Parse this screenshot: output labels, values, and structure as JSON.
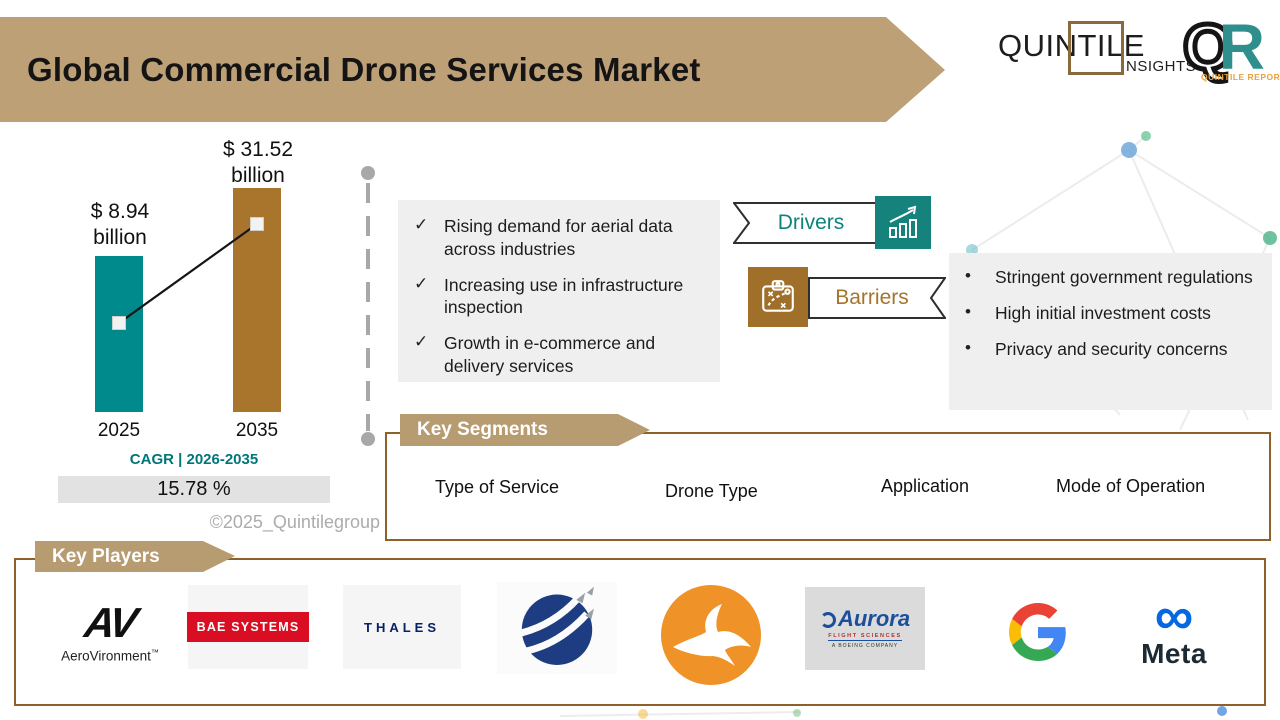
{
  "header": {
    "title": "Global Commercial Drone Services Market",
    "brand": {
      "quintile_main": "QUINTILE",
      "quintile_sub": "NSIGHTS",
      "qr_q": "Q",
      "qr_r": "R",
      "qr_caption": "QUINTILE REPORTS"
    }
  },
  "chart_data": {
    "type": "bar",
    "categories": [
      "2025",
      "2035"
    ],
    "values": [
      8.94,
      31.52
    ],
    "unit": "USD billion",
    "bars": [
      {
        "year": "2025",
        "label_value": "$ 8.94",
        "label_unit": "billion",
        "color": "#008A8B"
      },
      {
        "year": "2035",
        "label_value": "$ 31.52",
        "label_unit": "billion",
        "color": "#A9752D"
      }
    ],
    "trend_line": true,
    "legend": "none",
    "cagr": {
      "label": "CAGR | 2026-2035",
      "value": "15.78 %"
    }
  },
  "copyright": "©2025_Quintilegroup",
  "icons": {
    "check": "✓",
    "bullet": "•",
    "infinity": "∞"
  },
  "drivers": {
    "label": "Drivers",
    "items": [
      "Rising demand for aerial data across industries",
      "Increasing use in infrastructure inspection",
      "Growth in e-commerce and delivery services"
    ]
  },
  "barriers": {
    "label": "Barriers",
    "items": [
      "Stringent government regulations",
      "High initial investment costs",
      "Privacy and security concerns"
    ]
  },
  "key_segments": {
    "title": "Key Segments",
    "items": [
      "Type of Service",
      "Drone Type",
      "Application",
      "Mode of Operation"
    ]
  },
  "key_players": {
    "title": "Key Players",
    "logos": {
      "aerovironment": {
        "mark": "AV",
        "name": "AeroVironment",
        "tm": "™"
      },
      "bae": {
        "text": "BAE SYSTEMS"
      },
      "thales": {
        "text": "THALES"
      },
      "aurora": {
        "name": "Aurora",
        "sub": "FLIGHT SCIENCES",
        "sub2": "A BOEING COMPANY"
      },
      "meta": {
        "text": "Meta"
      }
    }
  },
  "colors": {
    "banner_tan": "#BEA077",
    "section_tan": "#B79B71",
    "border_brown": "#8D6128",
    "accent_teal": "#0E837C",
    "accent_brown": "#A5742C",
    "bar_teal": "#008A8B",
    "bar_brown": "#A9752D",
    "panel_gray": "#EFEFEF"
  }
}
